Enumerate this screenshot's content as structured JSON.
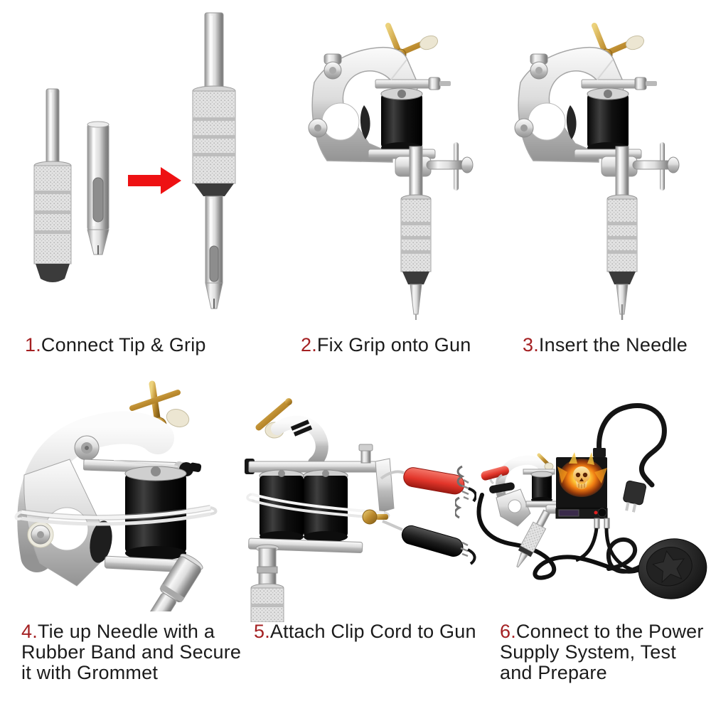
{
  "page": {
    "background": "#ffffff",
    "description_type": "assembly-instruction-sheet"
  },
  "colors": {
    "step_number": "#a42022",
    "caption_text": "#1b1b1b",
    "arrow_red": "#ee1113",
    "clip_red": "#e2352a",
    "brass": "#b8862e",
    "coil_black": "#161616",
    "flame_orange": "#f07c12",
    "chrome_light": "#f2f2f2"
  },
  "steps": [
    {
      "number": "1.",
      "label": "Connect Tip & Grip",
      "illustration": "tip-and-grip-with-arrow"
    },
    {
      "number": "2.",
      "label": "Fix Grip onto Gun",
      "illustration": "tattoo-gun-with-grip"
    },
    {
      "number": "3.",
      "label": "Insert the Needle",
      "illustration": "tattoo-gun-with-needle"
    },
    {
      "number": "4.",
      "label": "Tie up Needle with a Rubber Band and Secure it with Grommet",
      "illustration": "machine-closeup-rubber-band"
    },
    {
      "number": "5.",
      "label": "Attach Clip Cord to Gun",
      "illustration": "machine-with-clip-cord"
    },
    {
      "number": "6.",
      "label": "Connect to the Power Supply System, Test and Prepare",
      "illustration": "power-supply-setup"
    }
  ]
}
